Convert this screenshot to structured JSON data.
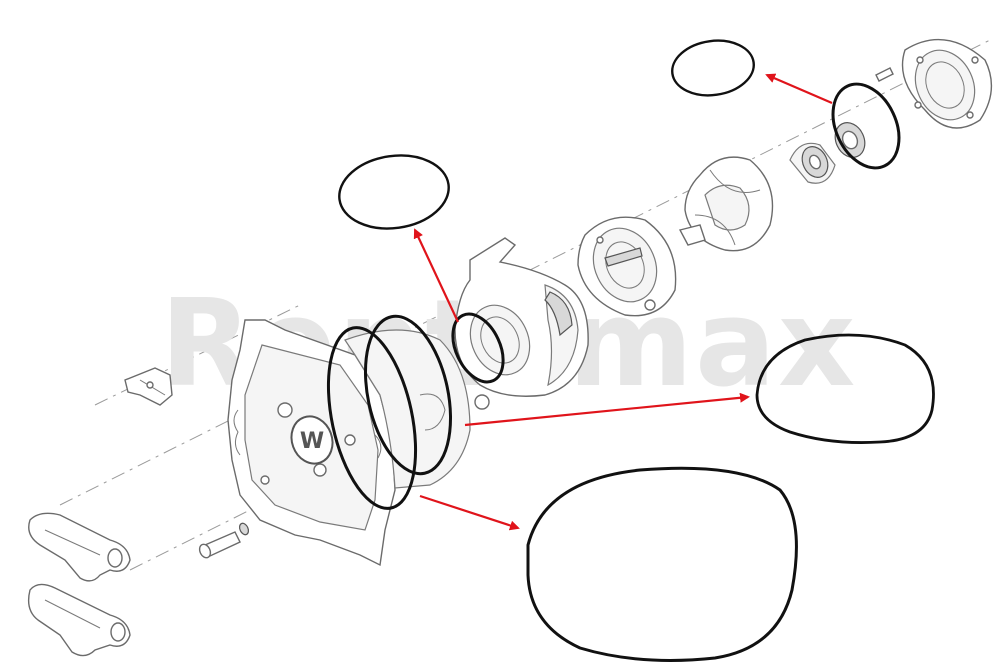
{
  "watermark": {
    "text": "Rentemax",
    "color": "#e6e6e6"
  },
  "colors": {
    "callout_arrow": "#e0141b",
    "ring_outline": "#111111",
    "part_outline": "#6b6b6b"
  },
  "icons": [
    "w-logo-icon"
  ],
  "parts": [
    "pump-housing",
    "volute-casing",
    "diffuser-plate",
    "impeller",
    "mechanical-seal",
    "seal-ring",
    "end-flange",
    "mounting-clip",
    "handle-bracket",
    "bolt",
    "coupling-pin"
  ],
  "o_rings": [
    "o-ring-small-top",
    "o-ring-medium",
    "o-ring-large-right",
    "o-ring-largest-bottom"
  ],
  "logo": {
    "letter": "W"
  }
}
